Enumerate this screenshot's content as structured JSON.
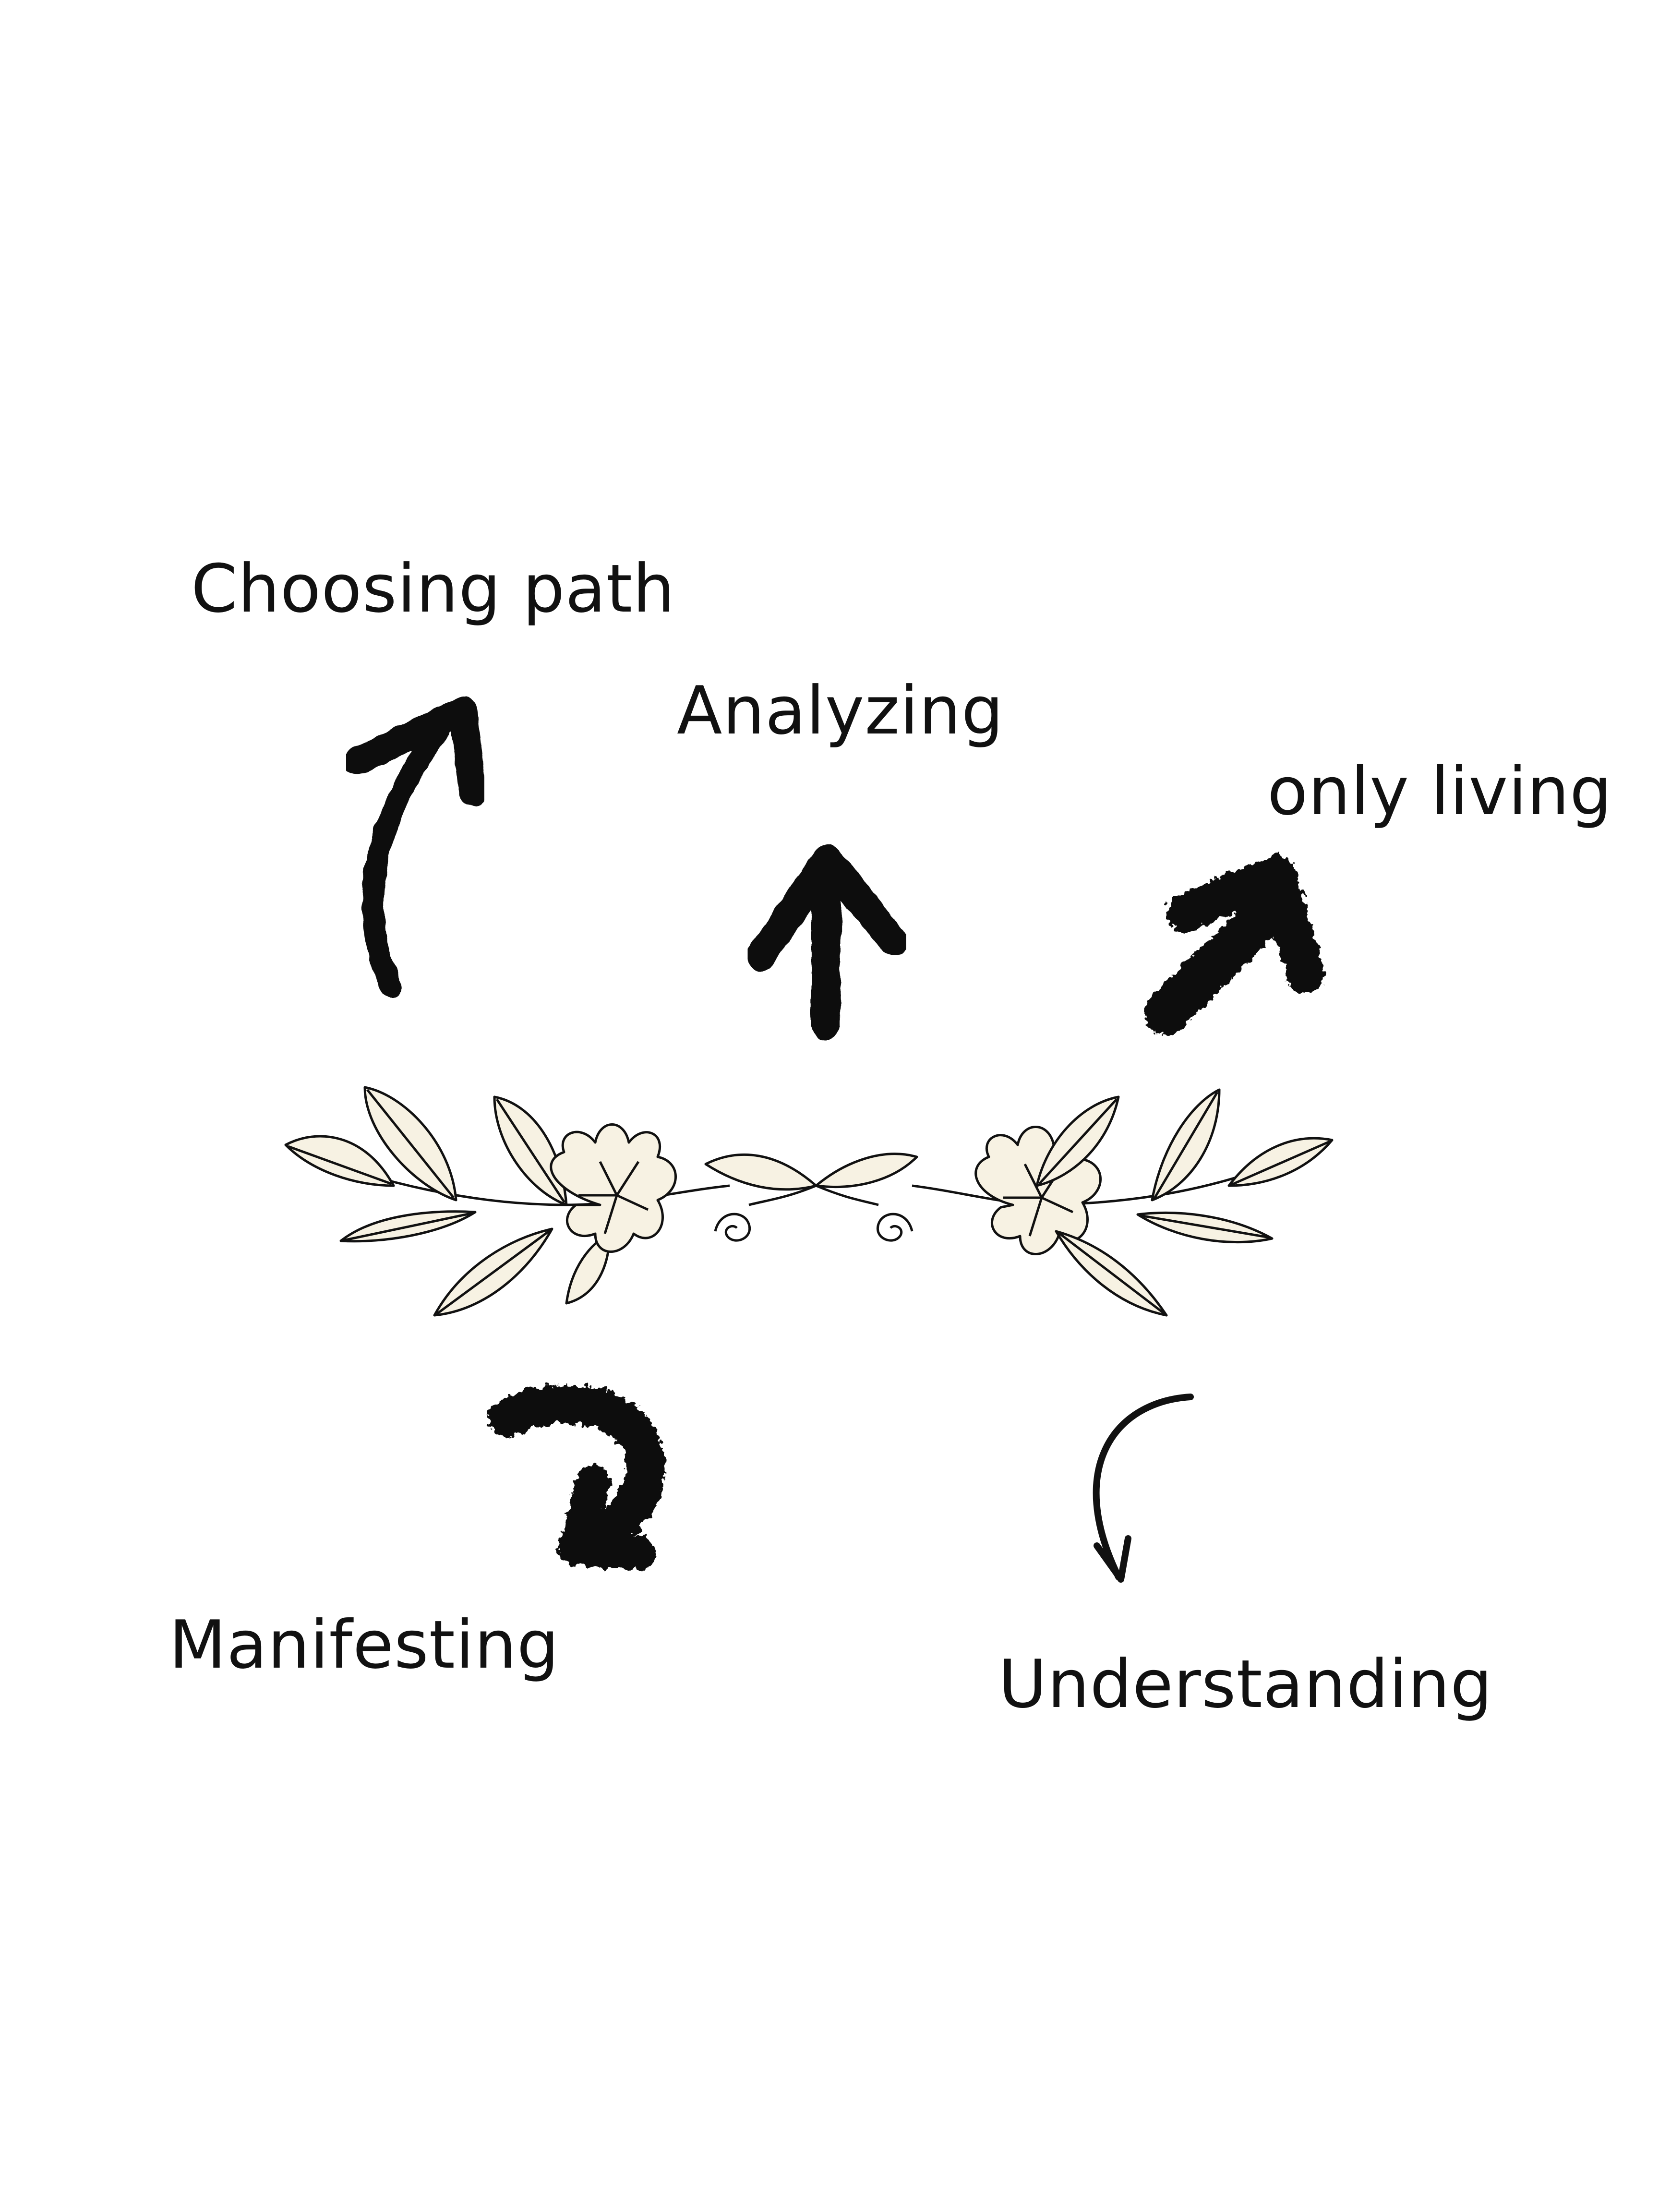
{
  "labels": {
    "choosing_path": "Choosing path",
    "analyzing": "Analyzing",
    "only_living": "only living",
    "manifesting": "Manifesting",
    "understanding": "Understanding"
  },
  "icons": [
    "curved-up-arrow-icon",
    "up-arrow-icon",
    "diagonal-arrow-icon",
    "hook-arrow-icon",
    "curved-down-arrow-icon",
    "floral-divider-icon"
  ],
  "colors": {
    "ink": "#111111",
    "petal_fill": "#f7f2e3",
    "background": "#ffffff"
  }
}
